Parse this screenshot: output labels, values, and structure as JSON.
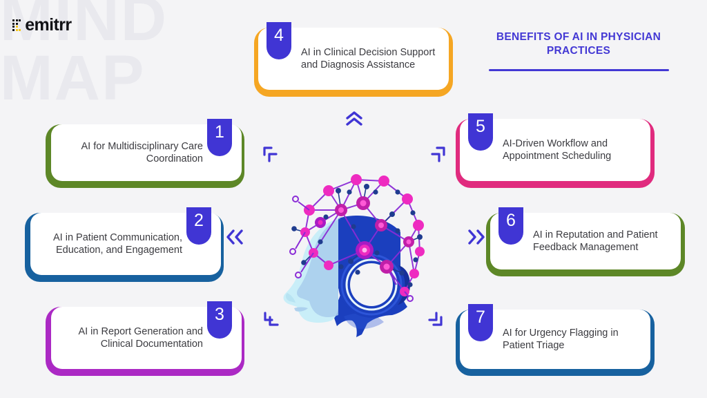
{
  "background_color": "#f4f4f6",
  "watermark": {
    "line1": "MIND",
    "line2": "MAP",
    "color": "#e9e9ee"
  },
  "brand": {
    "name": "emitrr",
    "mark_icon": "emitrr-dot-grid-logo-icon",
    "accent_color": "#f5c518",
    "text_color": "#121216"
  },
  "headline": {
    "text": "BENEFITS OF AI IN PHYSICIAN PRACTICES",
    "color": "#4338d4",
    "rule_color": "#4338d4"
  },
  "decorations": {
    "chevron_up": "«",
    "chevron_left": "«",
    "chevron_right": "»",
    "corner_bracket_top_left": "corner-bracket-icon",
    "corner_bracket_top_right": "corner-bracket-icon",
    "corner_bracket_bottom_left": "corner-bracket-icon",
    "corner_bracket_bottom_right": "corner-bracket-icon",
    "color": "#4035d4"
  },
  "illustration": {
    "name": "ai-head-neural-network-illustration",
    "face_color": "#c9eef8",
    "face_shadow_color": "#a8cdec",
    "body_color": "#1b3fbe",
    "body_dark_color": "#16309b",
    "network_node_color": "#ee2bc0",
    "network_line_color": "#8a2bd6",
    "network_dot_color": "#1f3c8f"
  },
  "cards": [
    {
      "number": "1",
      "text": "AI for Multidisciplinary Care Coordination",
      "color": "#5d8727",
      "badge_color": "#4035d4",
      "align": "right",
      "badge_side": "right"
    },
    {
      "number": "2",
      "text": "AI in Patient Communication, Education, and Engagement",
      "color": "#17619f",
      "badge_color": "#4035d4",
      "align": "right",
      "badge_side": "right"
    },
    {
      "number": "3",
      "text": "AI in Report Generation and Clinical Documentation",
      "color": "#ab29c4",
      "badge_color": "#4035d4",
      "align": "right",
      "badge_side": "right"
    },
    {
      "number": "4",
      "text": "AI in Clinical Decision Support and Diagnosis Assistance",
      "color": "#f5a623",
      "badge_color": "#4035d4",
      "align": "left",
      "badge_side": "left"
    },
    {
      "number": "5",
      "text": "AI-Driven Workflow and Appointment Scheduling",
      "color": "#e02b7e",
      "badge_color": "#4035d4",
      "align": "left",
      "badge_side": "left"
    },
    {
      "number": "6",
      "text": "AI in Reputation and Patient Feedback Management",
      "color": "#5d8727",
      "badge_color": "#4035d4",
      "align": "left",
      "badge_side": "left"
    },
    {
      "number": "7",
      "text": "AI for Urgency Flagging in Patient Triage",
      "color": "#17619f",
      "badge_color": "#4035d4",
      "align": "left",
      "badge_side": "left"
    }
  ]
}
